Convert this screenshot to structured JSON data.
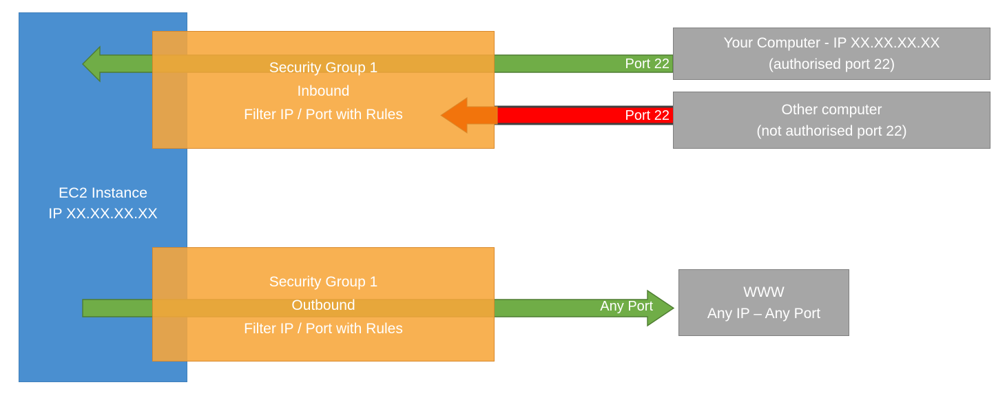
{
  "diagram": {
    "title": "AWS EC2 Security Group inbound and outbound traffic filtering",
    "colors": {
      "instance_blue": "#4A8FD0",
      "security_group_orange": "#F7A63A",
      "allowed_green": "#70AD47",
      "blocked_red": "#FF0000",
      "blocked_arrow_orange": "#F2740C",
      "host_gray": "#A6A6A6",
      "text_white": "#FFFFFF"
    }
  },
  "instance": {
    "name": "ec2-instance",
    "line1": "EC2 Instance",
    "line2": "IP XX.XX.XX.XX"
  },
  "security_groups": [
    {
      "id": "inbound",
      "line1": "Security Group 1",
      "line2": "Inbound",
      "line3": "Filter IP / Port with Rules"
    },
    {
      "id": "outbound",
      "line1": "Security Group 1",
      "line2": "Outbound",
      "line3": "Filter IP / Port with Rules"
    }
  ],
  "hosts": [
    {
      "id": "your-computer",
      "line1": "Your Computer - IP XX.XX.XX.XX",
      "line2": "(authorised port 22)"
    },
    {
      "id": "other-computer",
      "line1": "Other computer",
      "line2": "(not authorised port 22)"
    },
    {
      "id": "www",
      "line1": "WWW",
      "line2": "Any IP – Any Port"
    }
  ],
  "flows": [
    {
      "id": "allowed-inbound",
      "label": "Port 22",
      "color": "#70AD47",
      "direction": "right-to-left",
      "status": "allowed",
      "from": "your-computer",
      "to": "ec2-instance"
    },
    {
      "id": "blocked-inbound",
      "label": "Port 22",
      "color": "#FF0000",
      "direction": "right-to-left",
      "status": "blocked",
      "from": "other-computer",
      "to": "security-group-inbound"
    },
    {
      "id": "allowed-outbound",
      "label": "Any Port",
      "color": "#70AD47",
      "direction": "left-to-right",
      "status": "allowed",
      "from": "ec2-instance",
      "to": "www"
    }
  ]
}
